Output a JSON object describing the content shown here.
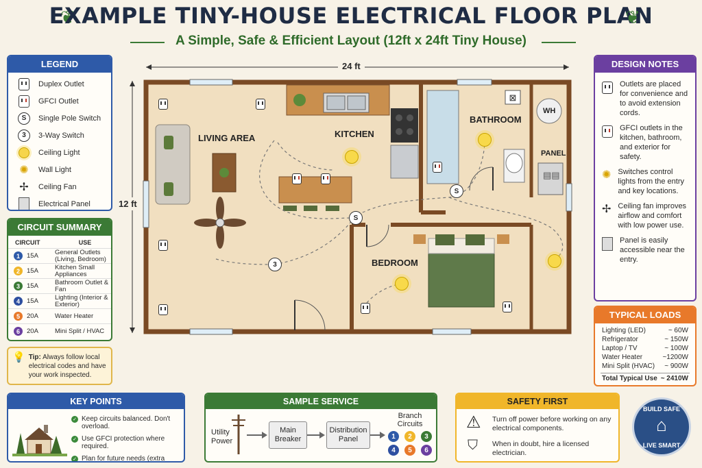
{
  "title": "EXAMPLE TINY-HOUSE ELECTRICAL FLOOR PLAN",
  "subtitle": "A Simple, Safe & Efficient Layout (12ft x 24ft Tiny House)",
  "colors": {
    "blue": "#2e5aa8",
    "green": "#3b7a35",
    "purple": "#6b3fa0",
    "orange": "#e8792a",
    "yellow": "#f0b62a",
    "wall": "#7a4a24"
  },
  "legend": {
    "title": "LEGEND",
    "items": [
      {
        "icon": "duplex-outlet-icon",
        "label": "Duplex Outlet"
      },
      {
        "icon": "gfci-outlet-icon",
        "label": "GFCI Outlet"
      },
      {
        "icon": "single-pole-switch-icon",
        "label": "Single Pole Switch",
        "glyph": "S"
      },
      {
        "icon": "three-way-switch-icon",
        "label": "3-Way Switch",
        "glyph": "3"
      },
      {
        "icon": "ceiling-light-icon",
        "label": "Ceiling Light"
      },
      {
        "icon": "wall-light-icon",
        "label": "Wall Light"
      },
      {
        "icon": "ceiling-fan-icon",
        "label": "Ceiling Fan"
      },
      {
        "icon": "electrical-panel-icon",
        "label": "Electrical Panel"
      }
    ]
  },
  "circuit_summary": {
    "title": "CIRCUIT SUMMARY",
    "col_circuit": "CIRCUIT",
    "col_use": "USE",
    "rows": [
      {
        "num": "1",
        "amps": "15A",
        "use": "General Outlets (Living, Bedroom)",
        "color": "#2e5aa8"
      },
      {
        "num": "2",
        "amps": "15A",
        "use": "Kitchen Small Appliances",
        "color": "#f0b62a"
      },
      {
        "num": "3",
        "amps": "15A",
        "use": "Bathroom Outlet & Fan",
        "color": "#3b7a35"
      },
      {
        "num": "4",
        "amps": "15A",
        "use": "Lighting (Interior & Exterior)",
        "color": "#2e4fa0"
      },
      {
        "num": "5",
        "amps": "20A",
        "use": "Water Heater",
        "color": "#e8792a"
      },
      {
        "num": "6",
        "amps": "20A",
        "use": "Mini Split / HVAC",
        "color": "#6b3fa0"
      }
    ]
  },
  "tip": {
    "label": "Tip:",
    "text": "Always follow local electrical codes and have your work inspected."
  },
  "plan": {
    "width_label": "24 ft",
    "height_label": "12 ft",
    "rooms": {
      "living": "LIVING AREA",
      "kitchen": "KITCHEN",
      "bathroom": "BATHROOM",
      "bedroom": "BEDROOM",
      "panel": "PANEL",
      "wh": "WH"
    },
    "switch_s": "S",
    "switch_3": "3"
  },
  "design_notes": {
    "title": "DESIGN NOTES",
    "items": [
      {
        "icon": "duplex-outlet-icon",
        "text": "Outlets are placed for convenience and to avoid extension cords."
      },
      {
        "icon": "gfci-outlet-icon",
        "text": "GFCI outlets in the kitchen, bathroom, and exterior for safety."
      },
      {
        "icon": "light-switch-icon",
        "text": "Switches control lights from the entry and key locations."
      },
      {
        "icon": "ceiling-fan-icon",
        "text": "Ceiling fan improves airflow and comfort with low power use."
      },
      {
        "icon": "electrical-panel-icon",
        "text": "Panel is easily accessible near the entry."
      }
    ]
  },
  "typical_loads": {
    "title": "TYPICAL LOADS",
    "rows": [
      {
        "label": "Lighting (LED)",
        "value": "~ 60W"
      },
      {
        "label": "Refrigerator",
        "value": "~ 150W"
      },
      {
        "label": "Laptop / TV",
        "value": "~ 100W"
      },
      {
        "label": "Water Heater",
        "value": "~1200W"
      },
      {
        "label": "Mini Split (HVAC)",
        "value": "~ 900W"
      }
    ],
    "total_label": "Total Typical Use",
    "total_value": "~ 2410W"
  },
  "key_points": {
    "title": "KEY POINTS",
    "items": [
      "Keep circuits balanced. Don't overload.",
      "Use GFCI protection where required.",
      "Plan for future needs (extra outlets, capacity)."
    ]
  },
  "sample_service": {
    "title": "SAMPLE SERVICE",
    "utility": "Utility Power",
    "main": "Main Breaker",
    "dist": "Distribution Panel",
    "branch": "Branch Circuits",
    "nums": [
      "1",
      "2",
      "3",
      "4",
      "5",
      "6"
    ]
  },
  "safety_first": {
    "title": "SAFETY FIRST",
    "items": [
      "Turn off power before working on any electrical components.",
      "When in doubt, hire a licensed electrician."
    ]
  },
  "badge": {
    "top": "BUILD SAFE",
    "bottom": "LIVE SMART"
  }
}
